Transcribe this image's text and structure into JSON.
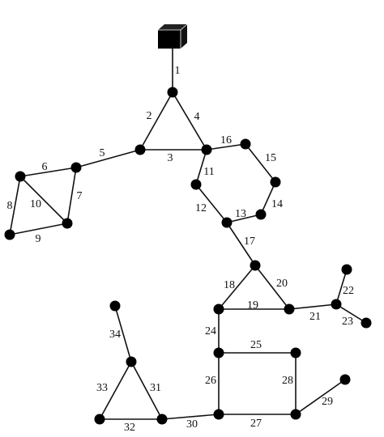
{
  "colors": {
    "ink": "#000000",
    "background": "#ffffff"
  },
  "root_icon": "cube-icon",
  "edge_labels": [
    "1",
    "2",
    "3",
    "4",
    "5",
    "6",
    "7",
    "8",
    "9",
    "10",
    "11",
    "12",
    "13",
    "14",
    "15",
    "16",
    "17",
    "18",
    "19",
    "20",
    "21",
    "22",
    "23",
    "24",
    "25",
    "26",
    "27",
    "28",
    "29",
    "30",
    "31",
    "32",
    "33",
    "34"
  ]
}
